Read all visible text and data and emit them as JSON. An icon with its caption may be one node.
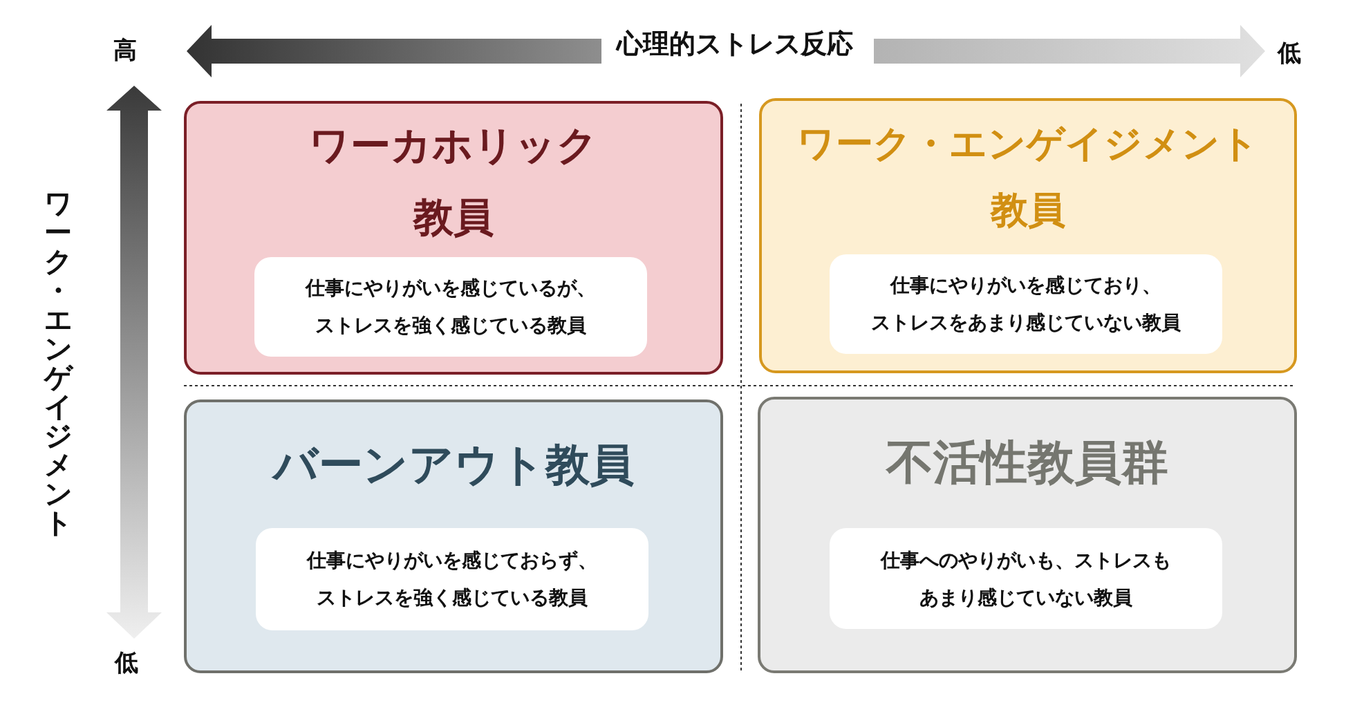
{
  "diagram": {
    "nodes": [
      {
        "text": [
          "ワーカホリック教員"
        ]
      },
      {
        "text": [
          "仕事にやりがいを感じているが、ストレスを強く感じている教員"
        ],
        "in": 0
      },
      {
        "text": [
          "ワーク・エンゲイジメント教員"
        ]
      },
      {
        "text": [
          "仕事にやりがいを感じており、ストレスをあまり感じていない教員"
        ],
        "in": 2
      },
      {
        "text": [
          "バーンアウト教員"
        ]
      },
      {
        "text": [
          "仕事にやりがいを感じておらず、ストレスを強く感じている教員"
        ],
        "in": 4
      },
      {
        "text": [
          "不活性教員群"
        ]
      },
      {
        "text": [
          "仕事へのやりがいも、ストレスもあまり感じていない教員"
        ],
        "in": 6
      }
    ],
    "labels": [
      "高",
      "心理的ストレス反応",
      "低",
      "ワーク・エンゲイジメント",
      "低"
    ]
  }
}
